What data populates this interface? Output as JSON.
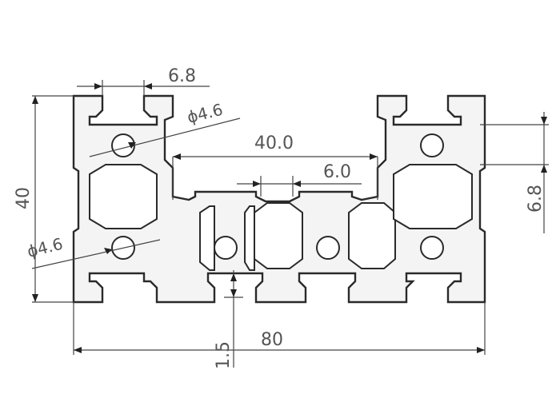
{
  "drawing": {
    "dimensions": {
      "slot_width_top": "6.8",
      "hole_diameter_top": "ϕ4.6",
      "center_spacing": "40.0",
      "slot_width_mid": "6.0",
      "height": "40",
      "slot_width_right": "6.8",
      "hole_diameter_left": "ϕ4.6",
      "wall_thickness": "1.5",
      "width": "80"
    },
    "colors": {
      "line": "#2a2a2a",
      "fill": "#f4f4f4",
      "text": "#555555"
    }
  }
}
